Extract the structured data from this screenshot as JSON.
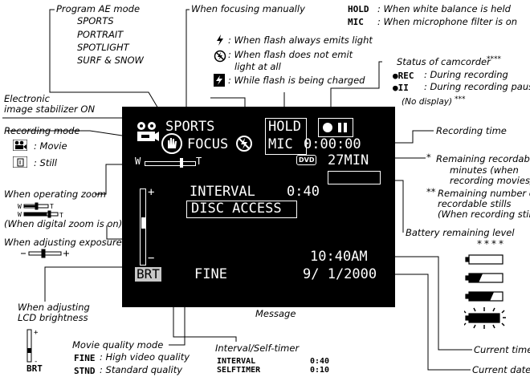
{
  "labels": {
    "program_ae": "Program AE mode",
    "ae_modes": [
      "SPORTS",
      "PORTRAIT",
      "SPOTLIGHT",
      "SURF & SNOW"
    ],
    "focusing_manually": "When focusing manually",
    "flash_always": ": When flash always emits light",
    "flash_not_emit_1": ": When flash does not emit",
    "flash_not_emit_2": "light at all",
    "flash_charging": ": While flash is being charged",
    "hold_code": "HOLD",
    "hold_desc": ": When white balance is held",
    "mic_code": "MIC",
    "mic_desc": ": When microphone filter is on",
    "status": "Status of camcorder",
    "status_stars": "****",
    "rec_code": "●REC",
    "rec_desc": ": During recording",
    "pause_code": "●II",
    "pause_desc": ": During recording pause",
    "no_display": "(No display)",
    "no_display_stars": "***",
    "eis_1": "Electronic",
    "eis_2": "image stabilizer ON",
    "recording_mode": "Recording mode",
    "movie": ": Movie",
    "still": ": Still",
    "recording_time": "Recording time",
    "remaining_star": "*",
    "remaining_1": "Remaining recordable",
    "remaining_2": "minutes (when",
    "remaining_3": "recording movies)",
    "remaining_stars2": "**",
    "remaining_4": "Remaining number of",
    "remaining_5": "recordable stills",
    "remaining_6": "(When recording stills)",
    "zoom": "When operating zoom",
    "digital_zoom": "(When digital zoom is on)",
    "exposure": "When adjusting exposure",
    "battery": "Battery remaining level",
    "battery_stars": "****",
    "message": "Message",
    "lcd_1": "When adjusting",
    "lcd_2": "LCD brightness",
    "movie_quality": "Movie quality mode",
    "fine_code": "FINE",
    "fine_desc": ": High video quality",
    "stnd_code": "STND",
    "stnd_desc": ": Standard quality",
    "interval_timer": "Interval/Self-timer",
    "interval_code": "INTERVAL",
    "interval_val": "0:40",
    "selftimer_code": "SELFTIMER",
    "selftimer_val": "0:10",
    "current_time": "Current time",
    "current_date": "Current date",
    "brt_small": "BRT",
    "plus": "+",
    "minus": "−"
  },
  "screen": {
    "sports": "SPORTS",
    "focus": "FOCUS",
    "hold": "HOLD",
    "mic": "MIC",
    "rec_time": "0:00:00",
    "dvd": "DVD",
    "remaining": "27MIN",
    "zoom_w": "W",
    "zoom_t": "T",
    "interval": "INTERVAL",
    "interval_time": "0:40",
    "message": "DISC ACCESS",
    "plus": "+",
    "minus": "−",
    "brt": "BRT",
    "quality": "FINE",
    "time": "10:40AM",
    "date": "9/ 1/2000"
  },
  "colors": {
    "screen_bg": "#000000",
    "screen_fg": "#ffffff",
    "brt_bg": "#c8c8c8"
  }
}
